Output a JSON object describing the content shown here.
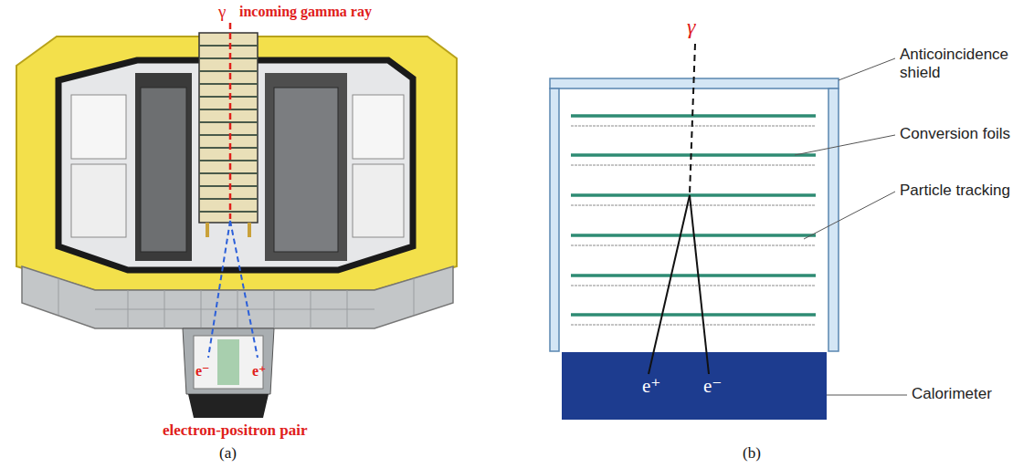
{
  "diagram": {
    "nodes": [
      {
        "text": [
          "e⁺",
          "e⁻"
        ]
      }
    ],
    "labels": [
      "γ",
      "incoming gamma ray",
      "e⁻",
      "e⁺",
      "electron-positron pair",
      "(a)",
      "γ",
      "Anticoincidence shield",
      "Conversion foils",
      "Particle tracking",
      "Calorimeter",
      "(b)"
    ]
  }
}
